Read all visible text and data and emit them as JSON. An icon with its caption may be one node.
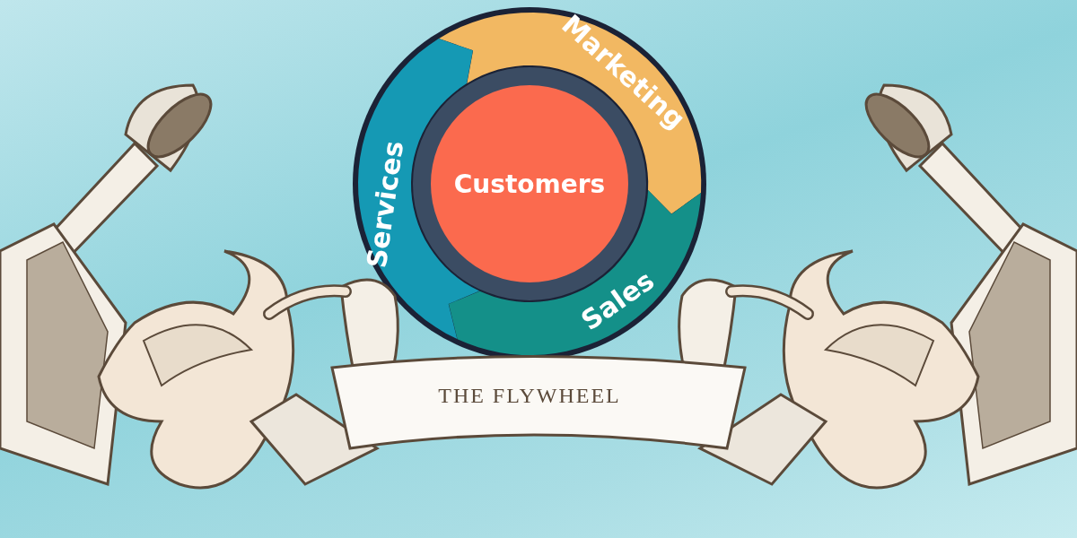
{
  "diagram": {
    "title": "THE FLYWHEEL",
    "nodes": [
      {
        "text": [
          "Marketing"
        ]
      },
      {
        "text": [
          "Sales"
        ]
      },
      {
        "text": [
          "Services"
        ]
      },
      {
        "text": [
          "Customers"
        ]
      }
    ]
  }
}
